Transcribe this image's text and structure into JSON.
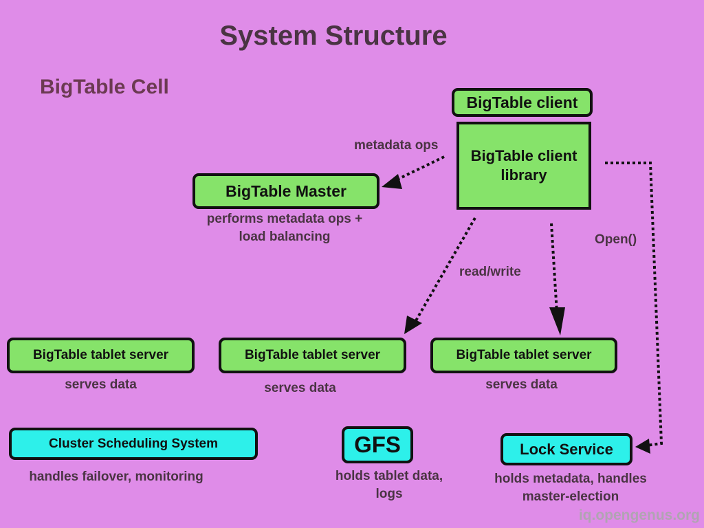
{
  "title": "System Structure",
  "cell_label": "BigTable Cell",
  "client": {
    "title": "BigTable client",
    "library": "BigTable client library"
  },
  "master": {
    "label": "BigTable Master",
    "caption": "performs metadata ops + load balancing"
  },
  "edges": {
    "metadata_ops": "metadata ops",
    "read_write": "read/write",
    "open": "Open()"
  },
  "tablet_servers": [
    {
      "label": "BigTable tablet server",
      "caption": "serves data"
    },
    {
      "label": "BigTable tablet server",
      "caption": "serves data"
    },
    {
      "label": "BigTable tablet server",
      "caption": "serves data"
    }
  ],
  "cluster_scheduling": {
    "label": "Cluster Scheduling System",
    "caption": "handles failover, monitoring"
  },
  "gfs": {
    "label": "GFS",
    "caption": "holds tablet data, logs"
  },
  "lock_service": {
    "label": "Lock Service",
    "caption": "holds metadata, handles master-election"
  },
  "watermark": "iq.opengenus.org",
  "colors": {
    "background": "#df8ce8",
    "green_box": "#86e36a",
    "cyan_box": "#2df0ea",
    "text": "#4a3443"
  }
}
